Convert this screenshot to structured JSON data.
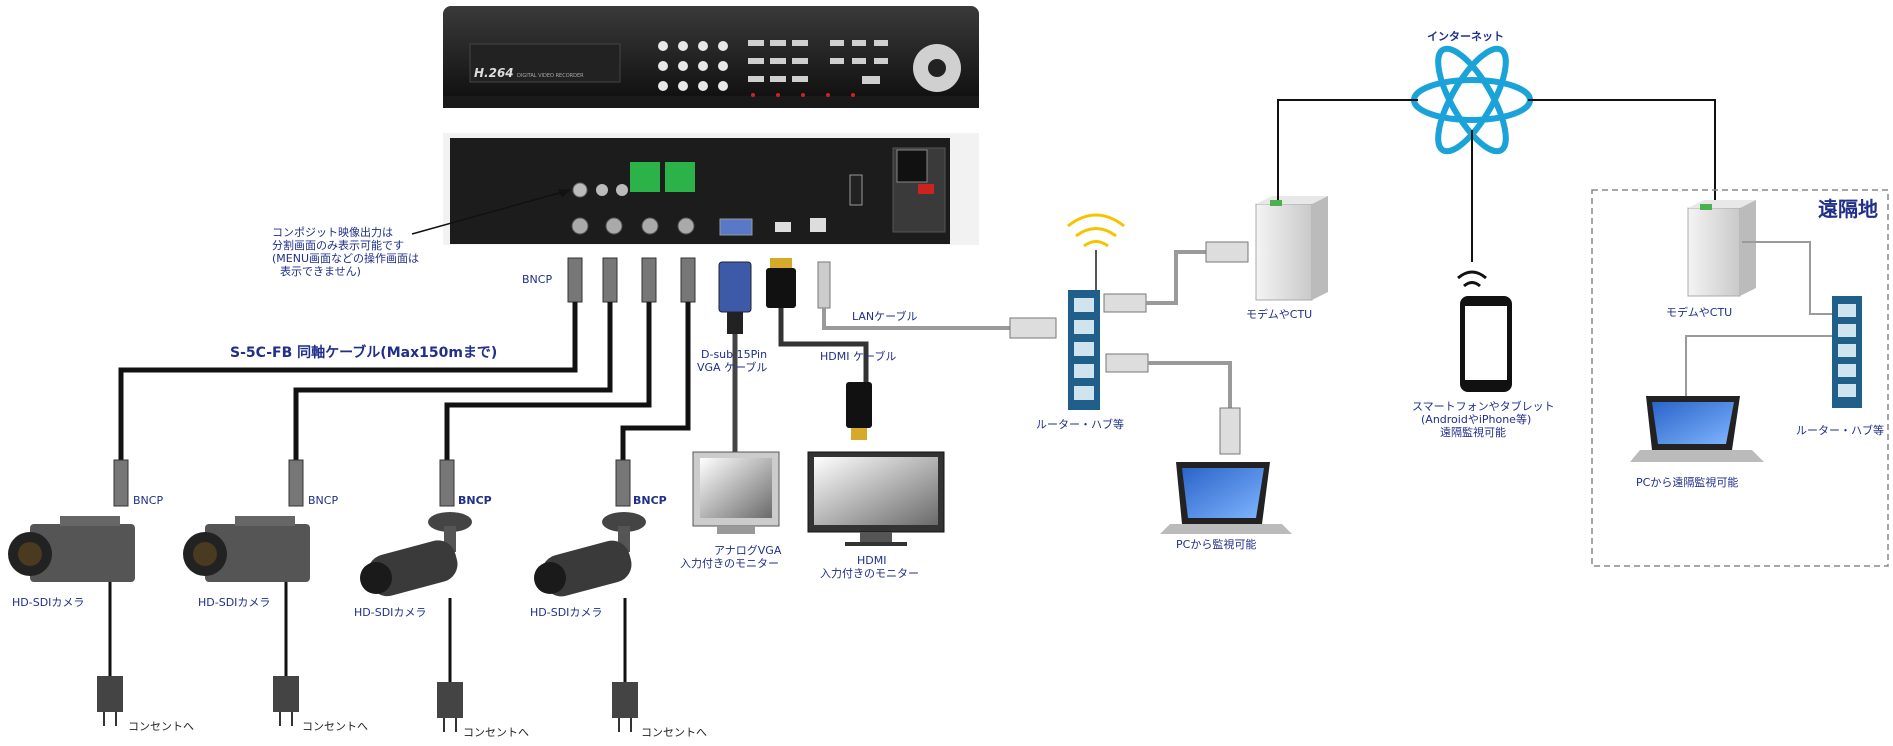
{
  "dvr": {
    "front_logo": "H.264",
    "front_subtitle": "DIGITAL VIDEO RECORDER"
  },
  "labels": {
    "composite_note": [
      "コンポジット映像出力は",
      "分割画面のみ表示可能です",
      "(MENU画面などの操作画面は",
      "表示できません)"
    ],
    "bncp": "BNCP",
    "coax_cable": "S-5C-FB  同軸ケーブル(Max150mまで)",
    "camera": "HD-SDIカメラ",
    "outlet": "コンセントへ",
    "vga_cable": [
      "D-sub 15Pin",
      "VGA ケーブル"
    ],
    "hdmi_cable": "HDMI  ケーブル",
    "lan_cable": "LANケーブル",
    "vga_monitor": [
      "アナログVGA",
      "入力付きのモニター"
    ],
    "hdmi_monitor": [
      "HDMI",
      "入力付きのモニター"
    ],
    "router_hub": "ルーター・ハブ等",
    "modem": "モデムやCTU",
    "internet": "インターネット",
    "smartphone": [
      "スマートフォンやタブレット",
      "(AndroidやiPhone等)",
      "遠隔監視可能"
    ],
    "pc_local": "PCから監視可能",
    "remote_area": "遠隔地",
    "pc_remote": "PCから遠隔監視可能"
  },
  "colors": {
    "label_blue": "#1f2f8a",
    "hub_blue": "#1f5f8a",
    "cable_black": "#111111",
    "lan_gray": "#9a9a9a"
  }
}
